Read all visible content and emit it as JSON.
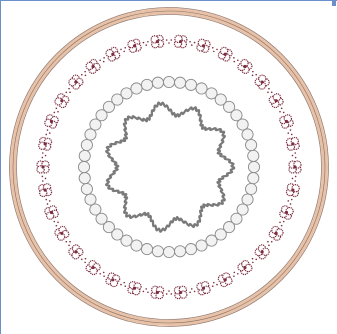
{
  "design": {
    "colors": {
      "hoop_fill": "#e7c2a8",
      "hoop_stroke": "#8b6f62",
      "hoop_inner_stroke": "#9a7d70",
      "flower_petal_stroke": "#7c2d3f",
      "flower_petal_fill": "#ffffff",
      "flower_center": "#7c2d3f",
      "vine_dot": "#7c2d3f",
      "circle_fill": "#f2f2f2",
      "circle_stroke": "#8c8c8c",
      "wave_stroke": "#7a7a7a",
      "edge_accent": "#6b8fc9"
    },
    "flower_count": 34,
    "circle_count": 48,
    "wave_lobes": 11
  }
}
